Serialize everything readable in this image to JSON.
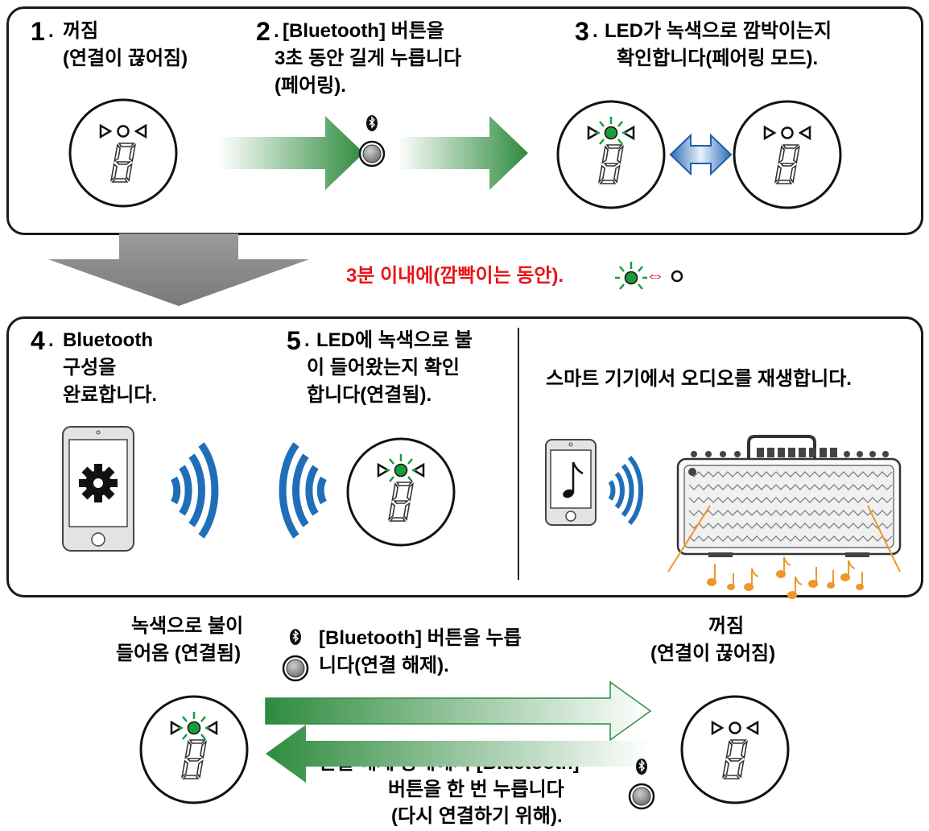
{
  "step1": {
    "num": "1",
    "lines": [
      "꺼짐",
      "(연결이 끊어짐)"
    ]
  },
  "step2": {
    "num": "2",
    "lines": [
      "[Bluetooth] 버튼을",
      "3초 동안 길게 누릅니다",
      "(페어링)."
    ]
  },
  "step3": {
    "num": "3",
    "lines": [
      "LED가 녹색으로 깜박이는지",
      "확인합니다(페어링 모드)."
    ]
  },
  "note": {
    "text": "3분 이내에(깜빡이는 동안).",
    "symbol": "⇔"
  },
  "step4": {
    "num": "4",
    "lines": [
      "Bluetooth",
      "구성을",
      "완료합니다."
    ]
  },
  "step5": {
    "num": "5",
    "lines": [
      "LED에 녹색으로 불",
      "이 들어왔는지 확인",
      "합니다(연결됨)."
    ]
  },
  "play": {
    "text": "스마트 기기에서 오디오를 재생합니다."
  },
  "bottom": {
    "left_state": [
      "녹색으로 불이",
      "들어옴 (연결됨)"
    ],
    "disconnect": [
      "[Bluetooth] 버튼을 누릅",
      "니다(연결 해제)."
    ],
    "right_state": [
      "꺼짐",
      "(연결이 끊어짐)"
    ],
    "reconnect": [
      "연결 해제 상태에서 [Bluetooth]",
      "버튼을 한 번 누릅니다",
      "(다시 연결하기 위해)."
    ]
  },
  "colors": {
    "led_green": "#1a9c3a",
    "arrow_green": "#2e8b3e",
    "red_text": "#e8141a",
    "bt_blue": "#1f6fb8",
    "note_orange": "#f0962a"
  },
  "icons": [
    "bluetooth-icon",
    "gear-icon",
    "music-note-icon",
    "wifi-waves-icon",
    "amplifier-icon",
    "led-display-icon"
  ]
}
